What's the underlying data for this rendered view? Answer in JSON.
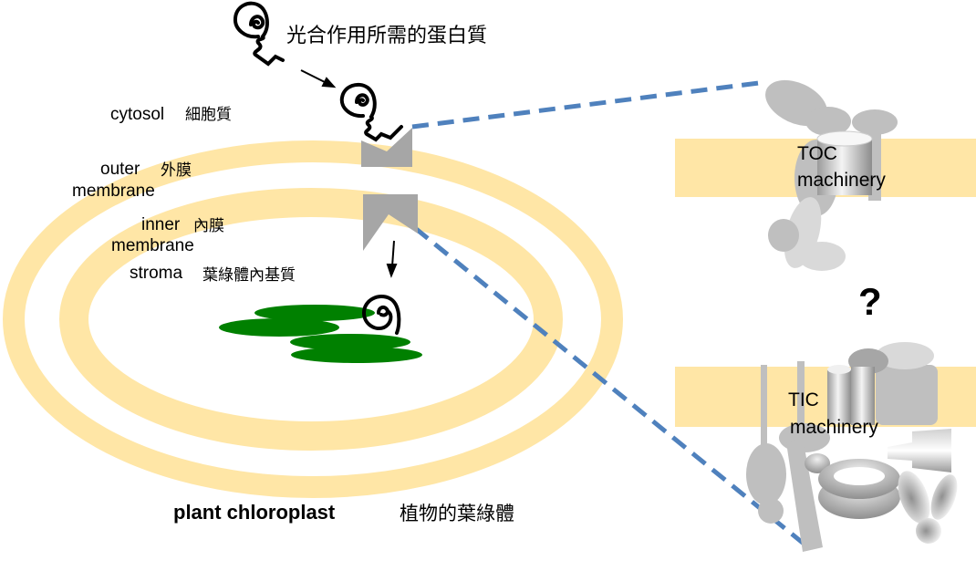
{
  "title_protein": "光合作用所需的蛋白質",
  "labels": {
    "cytosol": "cytosol",
    "cytosol_zh": "細胞質",
    "outer": "outer",
    "outer_zh": "外膜",
    "outer_membrane": "membrane",
    "inner": "inner",
    "inner_zh": "內膜",
    "inner_membrane": "membrane",
    "stroma": "stroma",
    "stroma_zh": "葉綠體內基質",
    "caption": "plant chloroplast",
    "caption_zh": "植物的葉綠體"
  },
  "machinery": {
    "toc_line1": "TOC",
    "toc_line2": "machinery",
    "tic_line1": "TIC",
    "tic_line2": "machinery",
    "question": "?"
  },
  "colors": {
    "membrane": "#FFE6A6",
    "thylakoid": "#008000",
    "channel": "#A6A6A6",
    "dash": "#4F81BD",
    "question": "#FF0000",
    "protein_gray": "#BFBFBF"
  }
}
